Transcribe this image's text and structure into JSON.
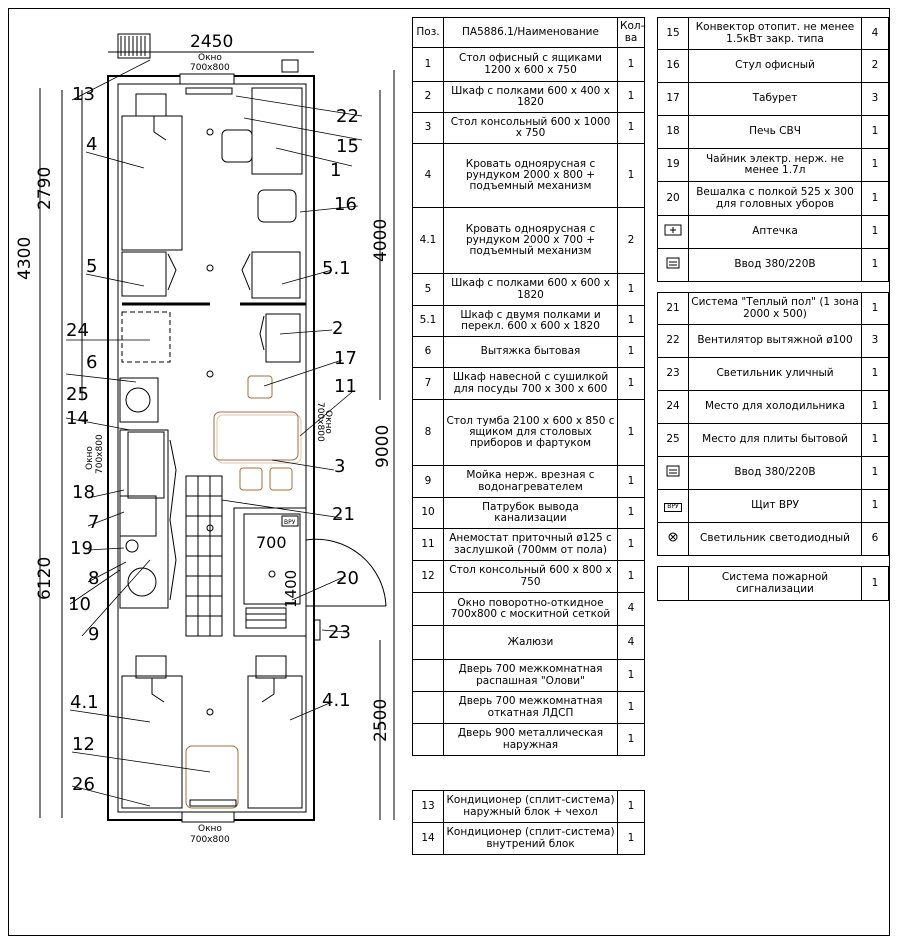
{
  "plan": {
    "dims": {
      "top_width": "2450",
      "left_2790": "2790",
      "left_4300": "4300",
      "left_6120": "6120",
      "right_4000": "4000",
      "right_9000": "9000",
      "right_2500": "2500",
      "door_700": "700",
      "room_1400": "1400"
    },
    "windows": {
      "top_label": "Окно",
      "top_size": "700x800",
      "bottom_label": "Окно",
      "bottom_size": "700x800",
      "left_label": "Окно",
      "left_size": "700x800",
      "right_label": "Окно",
      "right_size": "700x800"
    },
    "callouts": [
      "13",
      "4",
      "5",
      "24",
      "6",
      "25",
      "14",
      "18",
      "7",
      "19",
      "8",
      "10",
      "9",
      "4.1",
      "12",
      "26",
      "22",
      "15",
      "1",
      "16",
      "5.1",
      "2",
      "17",
      "11",
      "3",
      "21",
      "20",
      "23",
      "4.1"
    ],
    "vru": "ВРУ"
  },
  "table_main": {
    "header": {
      "pos": "Поз.",
      "name": "ПА5886.1/Наименование",
      "qty": "Кол-ва"
    },
    "rows": [
      {
        "pos": "1",
        "name": "Стол офисный с ящиками 1200 х 600 х 750",
        "qty": "1"
      },
      {
        "pos": "2",
        "name": "Шкаф с полками 600 х 400 х 1820",
        "qty": "1"
      },
      {
        "pos": "3",
        "name": "Стол консольный 600 х 1000 х 750",
        "qty": "1"
      },
      {
        "pos": "4",
        "name": "Кровать одноярусная с рундуком 2000 х 800 + подъемный механизм",
        "qty": "1"
      },
      {
        "pos": "4.1",
        "name": "Кровать одноярусная с рундуком 2000 х 700 + подъемный механизм",
        "qty": "2"
      },
      {
        "pos": "5",
        "name": "Шкаф с полками 600 х 600 х 1820",
        "qty": "1"
      },
      {
        "pos": "5.1",
        "name": "Шкаф с двумя полками и перекл. 600 х 600 х 1820",
        "qty": "1"
      },
      {
        "pos": "6",
        "name": "Вытяжка бытовая",
        "qty": "1"
      },
      {
        "pos": "7",
        "name": "Шкаф навесной с сушилкой для посуды 700 х 300 х 600",
        "qty": "1"
      },
      {
        "pos": "8",
        "name": "Стол тумба 2100 х 600 х 850 с ящиком для столовых приборов и фартуком",
        "qty": "1"
      },
      {
        "pos": "9",
        "name": "Мойка нерж. врезная с водонагревателем",
        "qty": "1"
      },
      {
        "pos": "10",
        "name": "Патрубок вывода канализации",
        "qty": "1"
      },
      {
        "pos": "11",
        "name": "Анемостат приточный ø125 с заслушкой (700мм от пола)",
        "qty": "1"
      },
      {
        "pos": "12",
        "name": "Стол консольный 600 х 800 х 750",
        "qty": "1"
      },
      {
        "pos": "",
        "name": "Окно поворотно-откидное 700х800 с москитной сеткой",
        "qty": "4"
      },
      {
        "pos": "",
        "name": "Жалюзи",
        "qty": "4"
      },
      {
        "pos": "",
        "name": "Дверь 700 межкомнатная распашная \"Олови\"",
        "qty": "1"
      },
      {
        "pos": "",
        "name": "Дверь 700 межкомнатная откатная ЛДСП",
        "qty": "1"
      },
      {
        "pos": "",
        "name": "Дверь 900 металлическая наружная",
        "qty": "1"
      }
    ]
  },
  "table_ac": {
    "rows": [
      {
        "pos": "13",
        "name": "Кондиционер (сплит-система) наружный блок + чехол",
        "qty": "1"
      },
      {
        "pos": "14",
        "name": "Кондиционер (сплит-система) внутрений блок",
        "qty": "1"
      }
    ]
  },
  "table_right1": {
    "rows": [
      {
        "pos": "15",
        "name": "Конвектор отопит. не менее 1.5кВт закр. типа",
        "qty": "4"
      },
      {
        "pos": "16",
        "name": "Стул офисный",
        "qty": "2"
      },
      {
        "pos": "17",
        "name": "Табурет",
        "qty": "3"
      },
      {
        "pos": "18",
        "name": "Печь СВЧ",
        "qty": "1"
      },
      {
        "pos": "19",
        "name": "Чайник электр. нерж. не менее 1.7л",
        "qty": "1"
      },
      {
        "pos": "20",
        "name": "Вешалка с полкой 525 х 300 для головных уборов",
        "qty": "1"
      },
      {
        "pos": "",
        "icon": "first-aid-icon",
        "name": "Аптечка",
        "qty": "1"
      },
      {
        "pos": "",
        "icon": "power-input-icon",
        "name": "Ввод 380/220В",
        "qty": "1"
      }
    ]
  },
  "table_right2": {
    "rows": [
      {
        "pos": "21",
        "name": "Система \"Теплый пол\" (1 зона 2000 х 500)",
        "qty": "1"
      },
      {
        "pos": "22",
        "name": "Вентилятор вытяжной ø100",
        "qty": "3"
      },
      {
        "pos": "23",
        "name": "Светильник уличный",
        "qty": "1"
      },
      {
        "pos": "24",
        "name": "Место для холодильника",
        "qty": "1"
      },
      {
        "pos": "25",
        "name": "Место для плиты бытовой",
        "qty": "1"
      },
      {
        "pos": "",
        "icon": "power-input-icon",
        "name": "Ввод 380/220В",
        "qty": "1"
      },
      {
        "pos": "",
        "icon": "vru-panel-icon",
        "icon_text": "ВРУ",
        "name": "Щит ВРУ",
        "qty": "1"
      },
      {
        "pos": "",
        "icon": "led-light-icon",
        "name": "Светильник светодиодный",
        "qty": "6"
      }
    ]
  },
  "table_right3": {
    "rows": [
      {
        "pos": "",
        "name": "Система пожарной сигнализации",
        "qty": "1"
      }
    ]
  }
}
